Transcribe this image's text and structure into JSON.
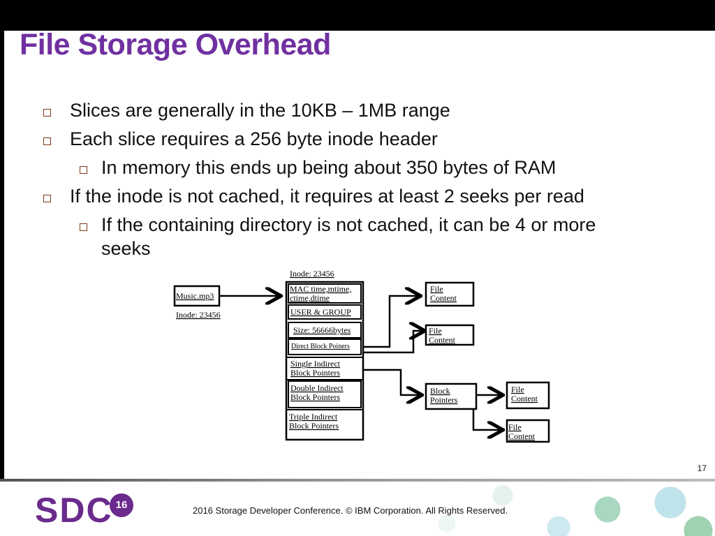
{
  "slide": {
    "title": "File Storage Overhead",
    "page_number": "17",
    "bullets": [
      {
        "text": "Slices are generally in the 10KB – 1MB range"
      },
      {
        "text": "Each slice requires a 256 byte inode header"
      },
      {
        "text": "In memory this ends up being about 350 bytes of RAM"
      },
      {
        "text": "If the inode is not cached, it requires at least 2 seeks per read"
      },
      {
        "text": "If the containing directory is not cached, it can be 4 or more",
        "text2": "seeks"
      }
    ]
  },
  "diagram": {
    "file_name": "Music.mp3",
    "file_inode": "Inode: 23456",
    "inode_header": "Inode: 23456",
    "inode_fields": [
      {
        "line1": "MAC time,mtime,",
        "line2": "ctime,dtime"
      },
      {
        "line1": "USER & GROUP",
        "line2": ""
      },
      {
        "line1": "Size: 56666bytes",
        "line2": ""
      },
      {
        "line1": "Direct Block Poiners",
        "line2": ""
      },
      {
        "line1": "Single Indirect",
        "line2": "Block Pointers"
      },
      {
        "line1": "Double Indirect",
        "line2": "Block Pointers"
      },
      {
        "line1": "Triple Indirect",
        "line2": "Block Pointers"
      }
    ],
    "file_content_1": {
      "line1": "File",
      "line2": "Content"
    },
    "file_content_2": {
      "line1": "File",
      "line2": "Content"
    },
    "block_pointers": {
      "line1": "Block",
      "line2": "Pointers"
    },
    "file_content_3": {
      "line1": "File",
      "line2": "Content"
    },
    "file_content_4": {
      "line1": "File",
      "line2": "Content"
    }
  },
  "footer": {
    "logo_text": "SDC",
    "logo_badge": "16",
    "copyright": "2016 Storage  Developer Conference. © IBM Corporation.  All Rights Reserved."
  },
  "colors": {
    "title": "#7030a0",
    "logo": "#6a2b8c",
    "bullet_box": "#7a3a1a"
  }
}
